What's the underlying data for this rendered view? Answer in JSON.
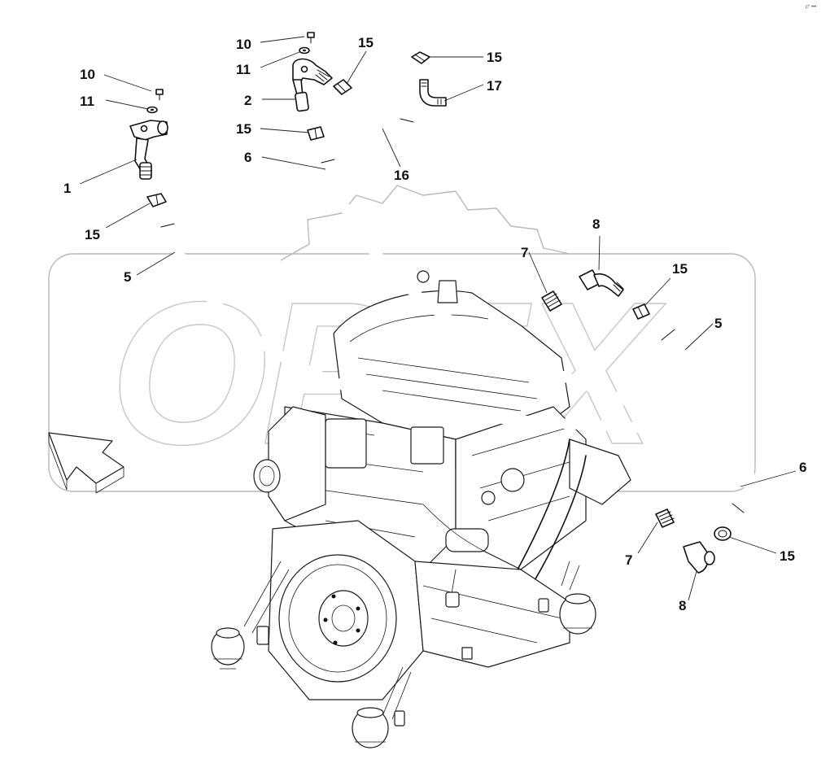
{
  "diagram": {
    "callouts": [
      {
        "id": "c10a",
        "label": "10"
      },
      {
        "id": "c11a",
        "label": "11"
      },
      {
        "id": "c2",
        "label": "2"
      },
      {
        "id": "c15a",
        "label": "15"
      },
      {
        "id": "c15b",
        "label": "15"
      },
      {
        "id": "c6a",
        "label": "6"
      },
      {
        "id": "c15c",
        "label": "15"
      },
      {
        "id": "c17",
        "label": "17"
      },
      {
        "id": "c16",
        "label": "16"
      },
      {
        "id": "c10b",
        "label": "10"
      },
      {
        "id": "c11b",
        "label": "11"
      },
      {
        "id": "c1",
        "label": "1"
      },
      {
        "id": "c15d",
        "label": "15"
      },
      {
        "id": "c5a",
        "label": "5"
      },
      {
        "id": "c8a",
        "label": "8"
      },
      {
        "id": "c7a",
        "label": "7"
      },
      {
        "id": "c15e",
        "label": "15"
      },
      {
        "id": "c5b",
        "label": "5"
      },
      {
        "id": "c6b",
        "label": "6"
      },
      {
        "id": "c15f",
        "label": "15"
      },
      {
        "id": "c7b",
        "label": "7"
      },
      {
        "id": "c8b",
        "label": "8"
      }
    ],
    "corner_mark": "c° •••",
    "watermark_text": "OPEX"
  }
}
